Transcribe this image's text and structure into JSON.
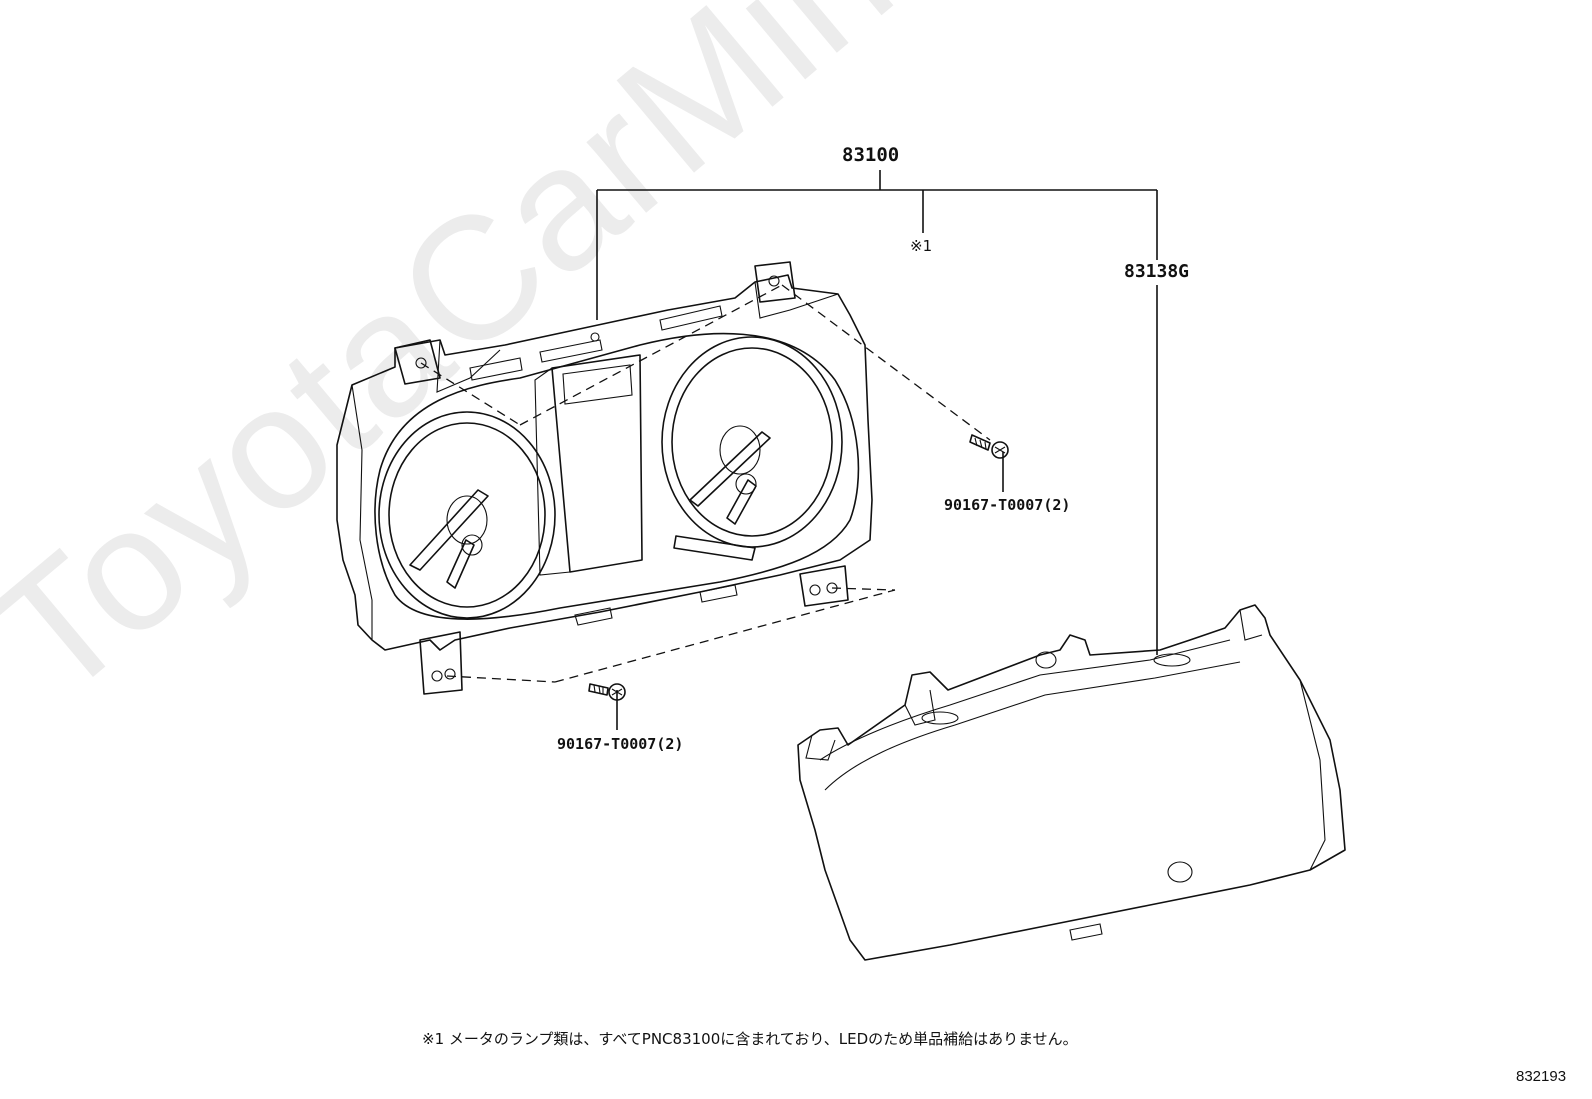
{
  "watermark": "ToyotaCarMine.ru",
  "parts": {
    "meter_assembly": "83100",
    "meter_cover": "83138G",
    "note_marker": "※1",
    "screw_right": "90167-T0007(2)",
    "screw_left": "90167-T0007(2)"
  },
  "footnote": "※1 メータのランプ類は、すべてPNC83100に含まれており、LEDのため単品補給はありません。",
  "figure_number": "832193"
}
